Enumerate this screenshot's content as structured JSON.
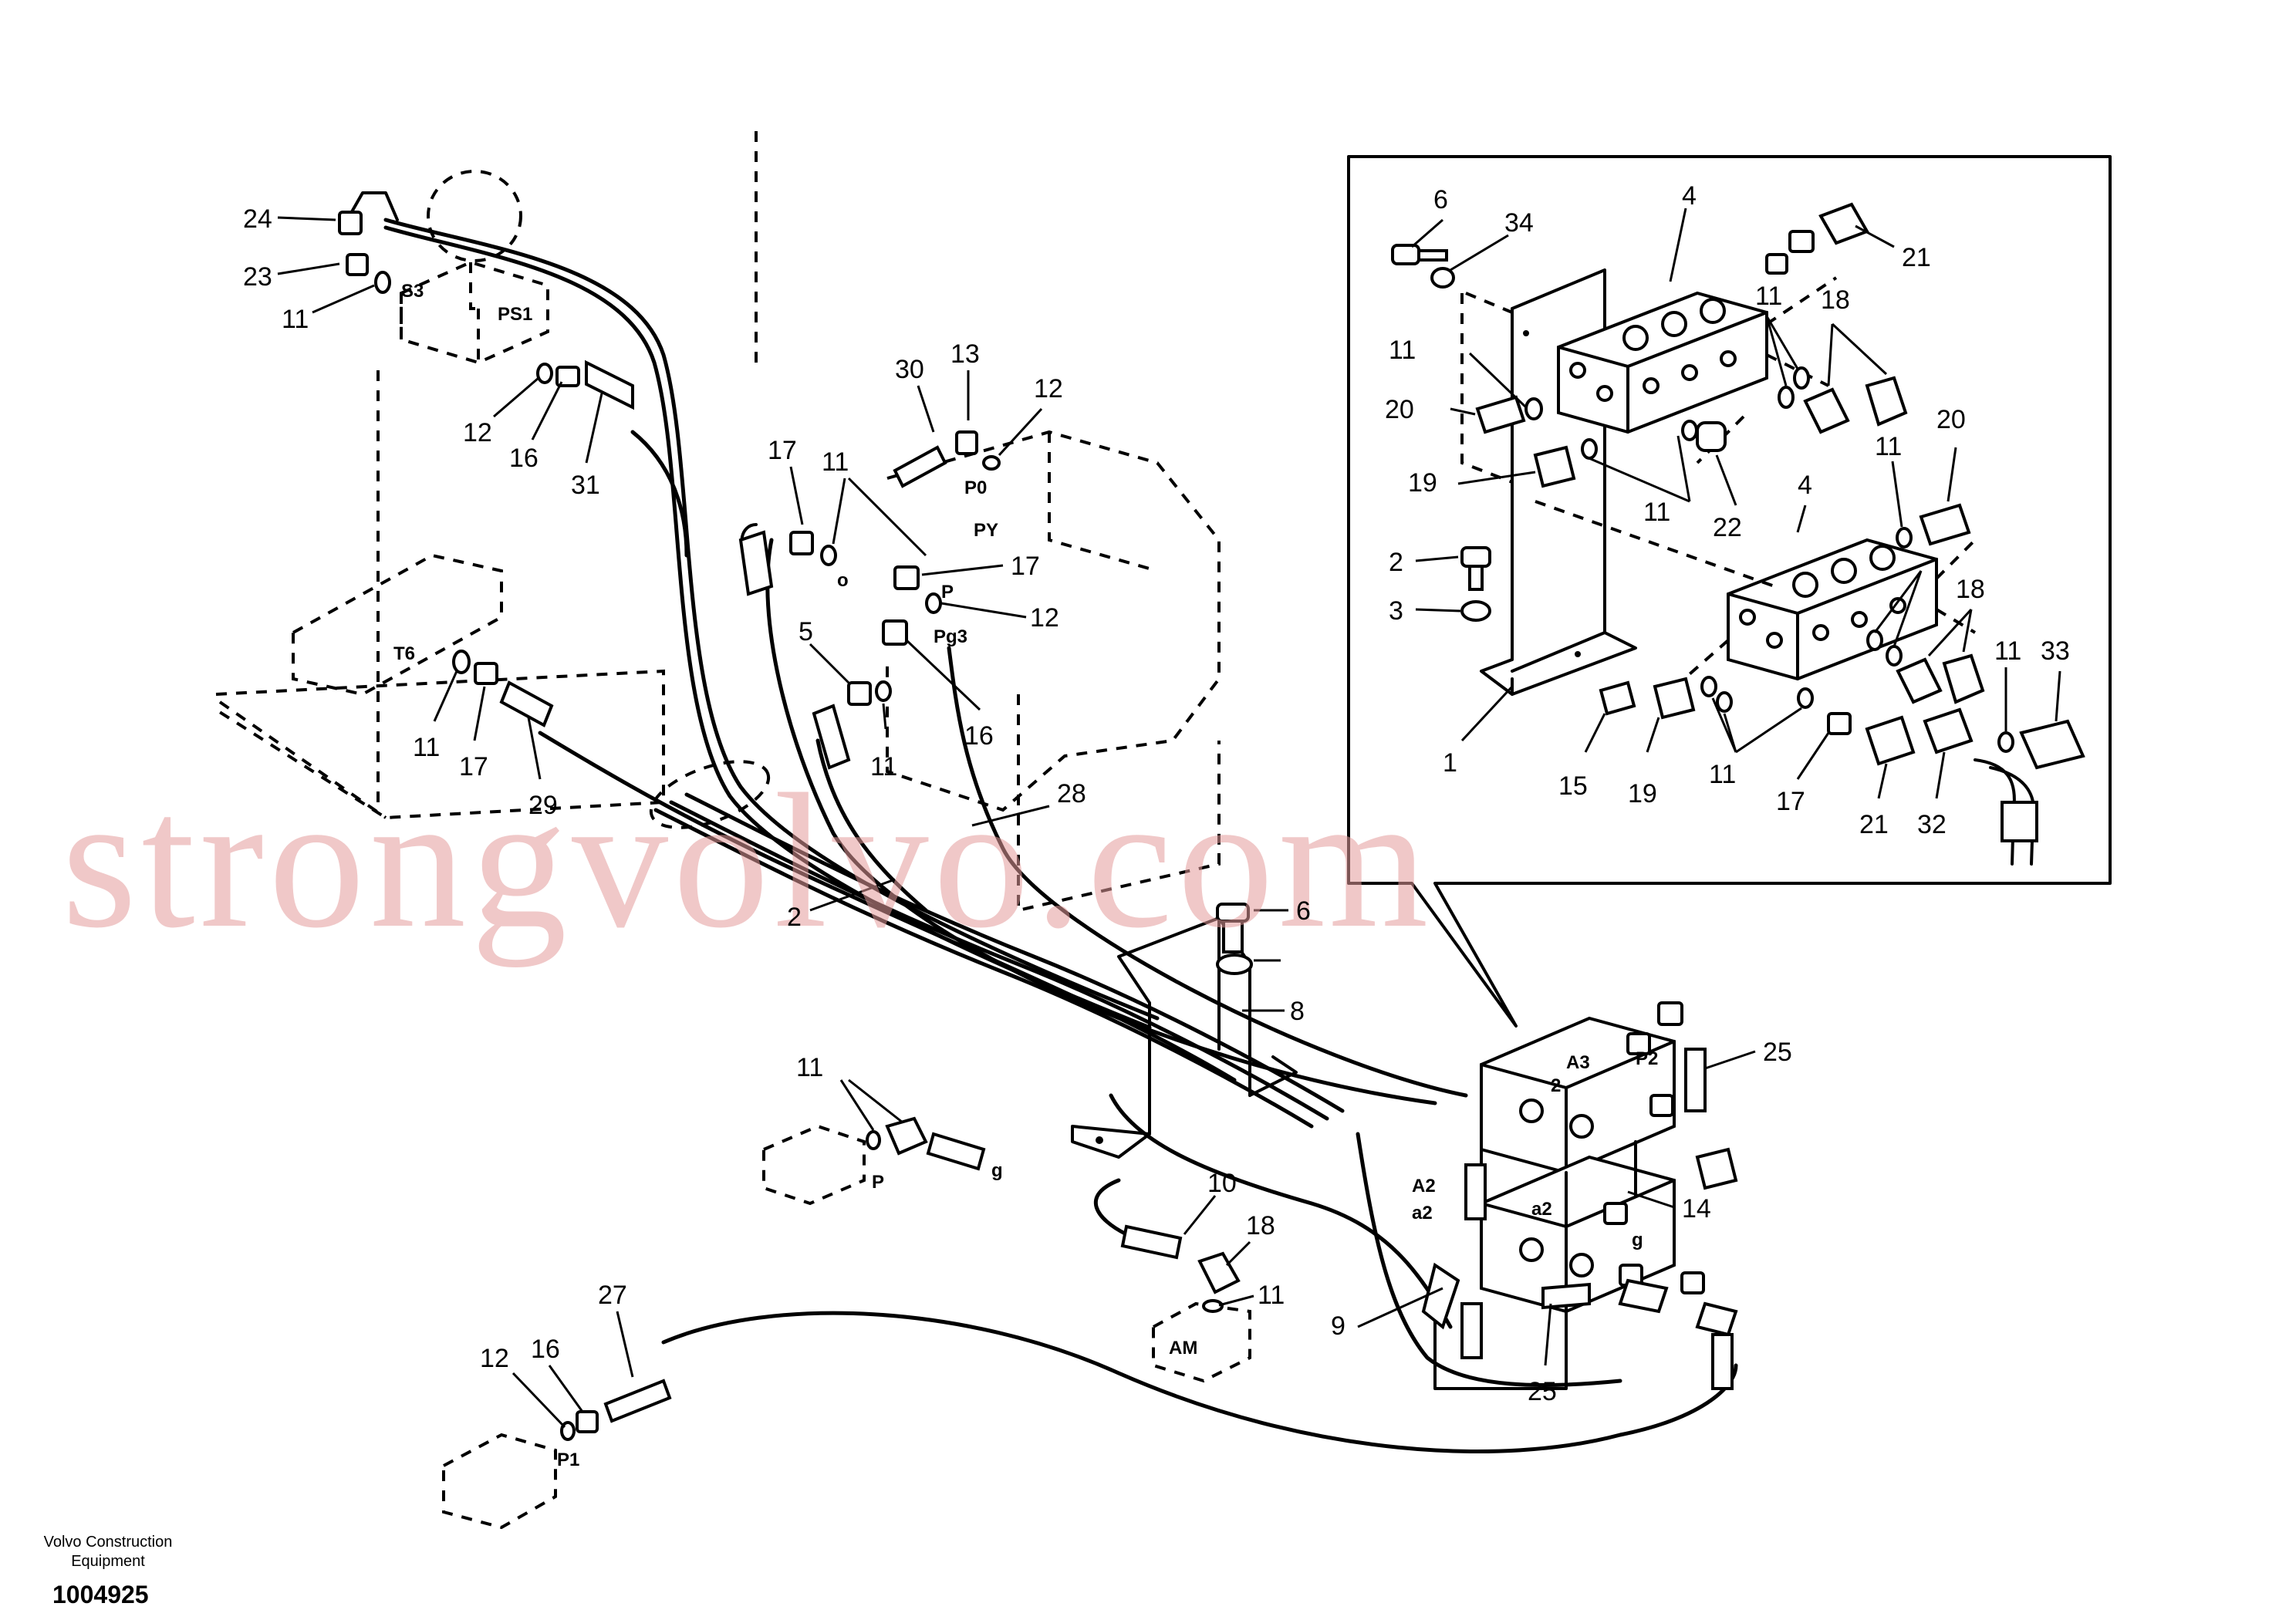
{
  "callouts_main": [
    "24",
    "23",
    "11",
    "12",
    "16",
    "31",
    "30",
    "13",
    "12",
    "17",
    "11",
    "17",
    "12",
    "5",
    "11",
    "16",
    "11",
    "17",
    "29",
    "28",
    "2",
    "6",
    "8",
    "11",
    "10",
    "18",
    "11",
    "27",
    "16",
    "12",
    "25",
    "14",
    "9",
    "25"
  ],
  "callouts_inset": [
    "6",
    "34",
    "4",
    "21",
    "11",
    "11",
    "18",
    "20",
    "19",
    "11",
    "22",
    "2",
    "3",
    "1",
    "4",
    "11",
    "20",
    "18",
    "11",
    "33",
    "15",
    "19",
    "11",
    "17",
    "21",
    "32"
  ],
  "ports": [
    "S3",
    "PS1",
    "P0",
    "PY",
    "o",
    "P",
    "Pg3",
    "T6",
    "P",
    "g",
    "AM",
    "P1",
    "A2",
    "a2",
    "a2",
    "A3",
    "2",
    "P2",
    "g"
  ],
  "watermark": "strongvolvo.com",
  "footer": {
    "company_line1": "Volvo Construction",
    "company_line2": "Equipment",
    "drawing_number": "1004925"
  }
}
